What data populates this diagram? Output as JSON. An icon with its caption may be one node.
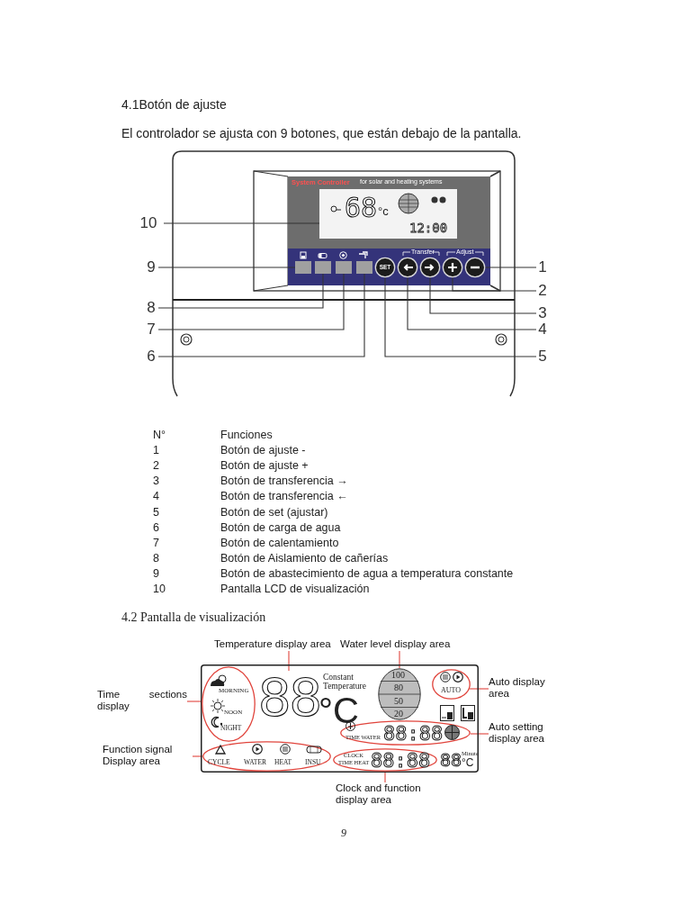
{
  "diagram": {
    "nodes": [
      {
        "text": [
          "10"
        ]
      },
      {
        "text": [
          "68",
          "°c",
          "12:00"
        ]
      },
      {
        "text": [
          "9"
        ]
      },
      {
        "text": [],
        "shape": "box"
      },
      {
        "text": [],
        "shape": "box"
      },
      {
        "text": [],
        "shape": "box"
      },
      {
        "text": [],
        "shape": "box"
      },
      {
        "text": [
          "SET"
        ]
      },
      {
        "text": [],
        "shape": "circle"
      },
      {
        "text": [],
        "shape": "circle"
      },
      {
        "text": [],
        "shape": "circle"
      },
      {
        "text": [],
        "shape": "circle"
      },
      {
        "text": [
          "1"
        ]
      },
      {
        "text": [
          "2"
        ]
      },
      {
        "text": [
          "8"
        ]
      },
      {
        "text": [
          "3"
        ]
      },
      {
        "text": [
          "7"
        ]
      },
      {
        "text": [
          "4"
        ]
      },
      {
        "text": [
          "6"
        ]
      },
      {
        "text": [
          "5"
        ]
      },
      {
        "text": [
          "Temperature display area"
        ]
      },
      {
        "text": [
          "Water level display area"
        ]
      },
      {
        "text": [
          "°C",
          "Constant Temperature",
          "88",
          "Minute",
          "°C"
        ]
      },
      {
        "text": [
          "MORNING",
          "NOON",
          "NIGHT"
        ],
        "in": 22
      },
      {
        "text": [
          "88"
        ],
        "in": 22
      },
      {
        "text": [
          "100",
          "80",
          "50",
          "20"
        ],
        "in": 22
      },
      {
        "text": [
          "AUTO"
        ],
        "in": 22
      },
      {
        "text": [
          "Time sections display"
        ]
      },
      {
        "text": [
          "Auto display area"
        ]
      },
      {
        "text": [
          "TIME WATER",
          "88:88"
        ],
        "in": 22
      },
      {
        "text": [
          "Auto setting display area"
        ]
      },
      {
        "text": [
          "Function signal Display area"
        ]
      },
      {
        "text": [
          "CYCLE",
          "WATER",
          "HEAT",
          "INSU"
        ],
        "in": 22
      },
      {
        "text": [
          "CLOCK",
          "TIME HEAT",
          "88:88"
        ],
        "in": 22
      },
      {
        "text": [
          "Clock and function display area"
        ]
      }
    ],
    "edges": [
      {
        "from": 0,
        "to": 1,
        "arrow": "none"
      },
      {
        "from": 2,
        "to": 3,
        "arrow": "none"
      },
      {
        "from": 14,
        "to": 4,
        "arrow": "none"
      },
      {
        "from": 16,
        "to": 5,
        "arrow": "none"
      },
      {
        "from": 18,
        "to": 6,
        "arrow": "none"
      },
      {
        "from": 19,
        "to": 7,
        "arrow": "none"
      },
      {
        "from": 17,
        "to": 8,
        "arrow": "none"
      },
      {
        "from": 15,
        "to": 9,
        "arrow": "none"
      },
      {
        "from": 13,
        "to": 10,
        "arrow": "none"
      },
      {
        "from": 12,
        "to": 11,
        "arrow": "none"
      },
      {
        "from": 20,
        "to": 24,
        "arrow": "none",
        "color": "#e0443c"
      },
      {
        "from": 21,
        "to": 25,
        "arrow": "none",
        "color": "#e0443c"
      },
      {
        "from": 27,
        "to": 23,
        "arrow": "none",
        "color": "#e0443c"
      },
      {
        "from": 28,
        "to": 26,
        "arrow": "none",
        "color": "#e0443c"
      },
      {
        "from": 30,
        "to": 29,
        "arrow": "none",
        "color": "#e0443c"
      },
      {
        "from": 31,
        "to": 32,
        "arrow": "none",
        "color": "#e0443c"
      },
      {
        "from": 34,
        "to": 33,
        "arrow": "none",
        "color": "#e0443c"
      }
    ],
    "labels": [
      "4.1Botón de ajuste",
      "El controlador se ajusta con 9 botones, que están debajo de la pantalla.",
      "System Controller",
      "for solar and heating systems",
      "Transfer",
      "Adjust",
      "N°",
      "Funciones",
      "1",
      "Botón de ajuste -",
      "2",
      "Botón de ajuste +",
      "3",
      "Botón de transferencia →",
      "4",
      "Botón de transferencia ←",
      "5",
      "Botón de set (ajustar)",
      "6",
      "Botón de carga de agua",
      "7",
      "Botón de calentamiento",
      "8",
      "Botón de Aislamiento de cañerías",
      "9",
      "Botón de abastecimiento de agua a temperatura constante",
      "10",
      "Pantalla LCD de visualización",
      "4.2 Pantalla de visualización",
      "9"
    ]
  }
}
